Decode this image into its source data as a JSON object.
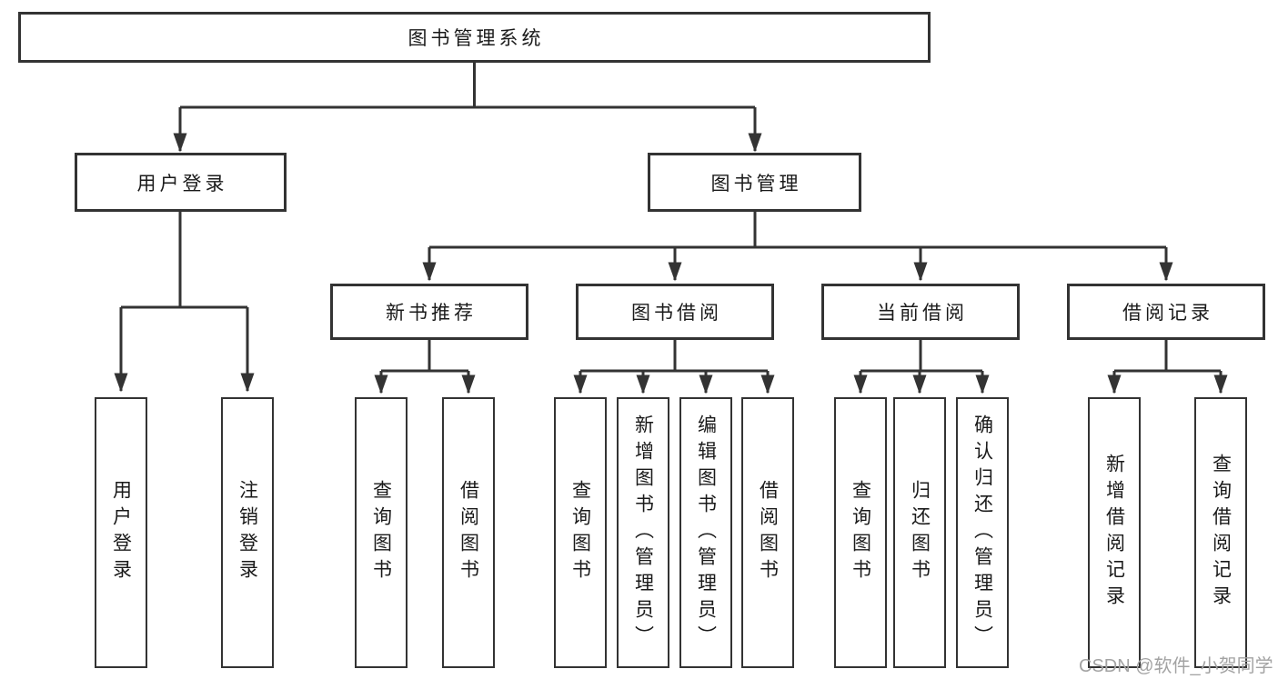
{
  "diagram": {
    "type": "hierarchy-tree",
    "root": {
      "label": "图书管理系统"
    },
    "level2": [
      {
        "label": "用户登录"
      },
      {
        "label": "图书管理"
      }
    ],
    "level3": [
      {
        "label": "新书推荐",
        "parent": "图书管理"
      },
      {
        "label": "图书借阅",
        "parent": "图书管理"
      },
      {
        "label": "当前借阅",
        "parent": "图书管理"
      },
      {
        "label": "借阅记录",
        "parent": "图书管理"
      }
    ],
    "leaves": [
      {
        "label": "用户登录",
        "parent": "用户登录"
      },
      {
        "label": "注销登录",
        "parent": "用户登录"
      },
      {
        "label": "查询图书",
        "parent": "新书推荐"
      },
      {
        "label": "借阅图书",
        "parent": "新书推荐"
      },
      {
        "label": "查询图书",
        "parent": "图书借阅"
      },
      {
        "label": "新增图书（管理员）",
        "parent": "图书借阅"
      },
      {
        "label": "编辑图书（管理员）",
        "parent": "图书借阅"
      },
      {
        "label": "借阅图书",
        "parent": "图书借阅"
      },
      {
        "label": "查询图书",
        "parent": "当前借阅"
      },
      {
        "label": "归还图书",
        "parent": "当前借阅"
      },
      {
        "label": "确认归还（管理员）",
        "parent": "当前借阅"
      },
      {
        "label": "新增借阅记录",
        "parent": "借阅记录"
      },
      {
        "label": "查询借阅记录",
        "parent": "借阅记录"
      }
    ]
  },
  "watermark": {
    "text": "CSDN @软件_小贺同学"
  },
  "colors": {
    "line": "#333333",
    "box_border": "#333333",
    "text": "#1a1a1a",
    "watermark": "#a3a3a3",
    "background": "#ffffff"
  }
}
